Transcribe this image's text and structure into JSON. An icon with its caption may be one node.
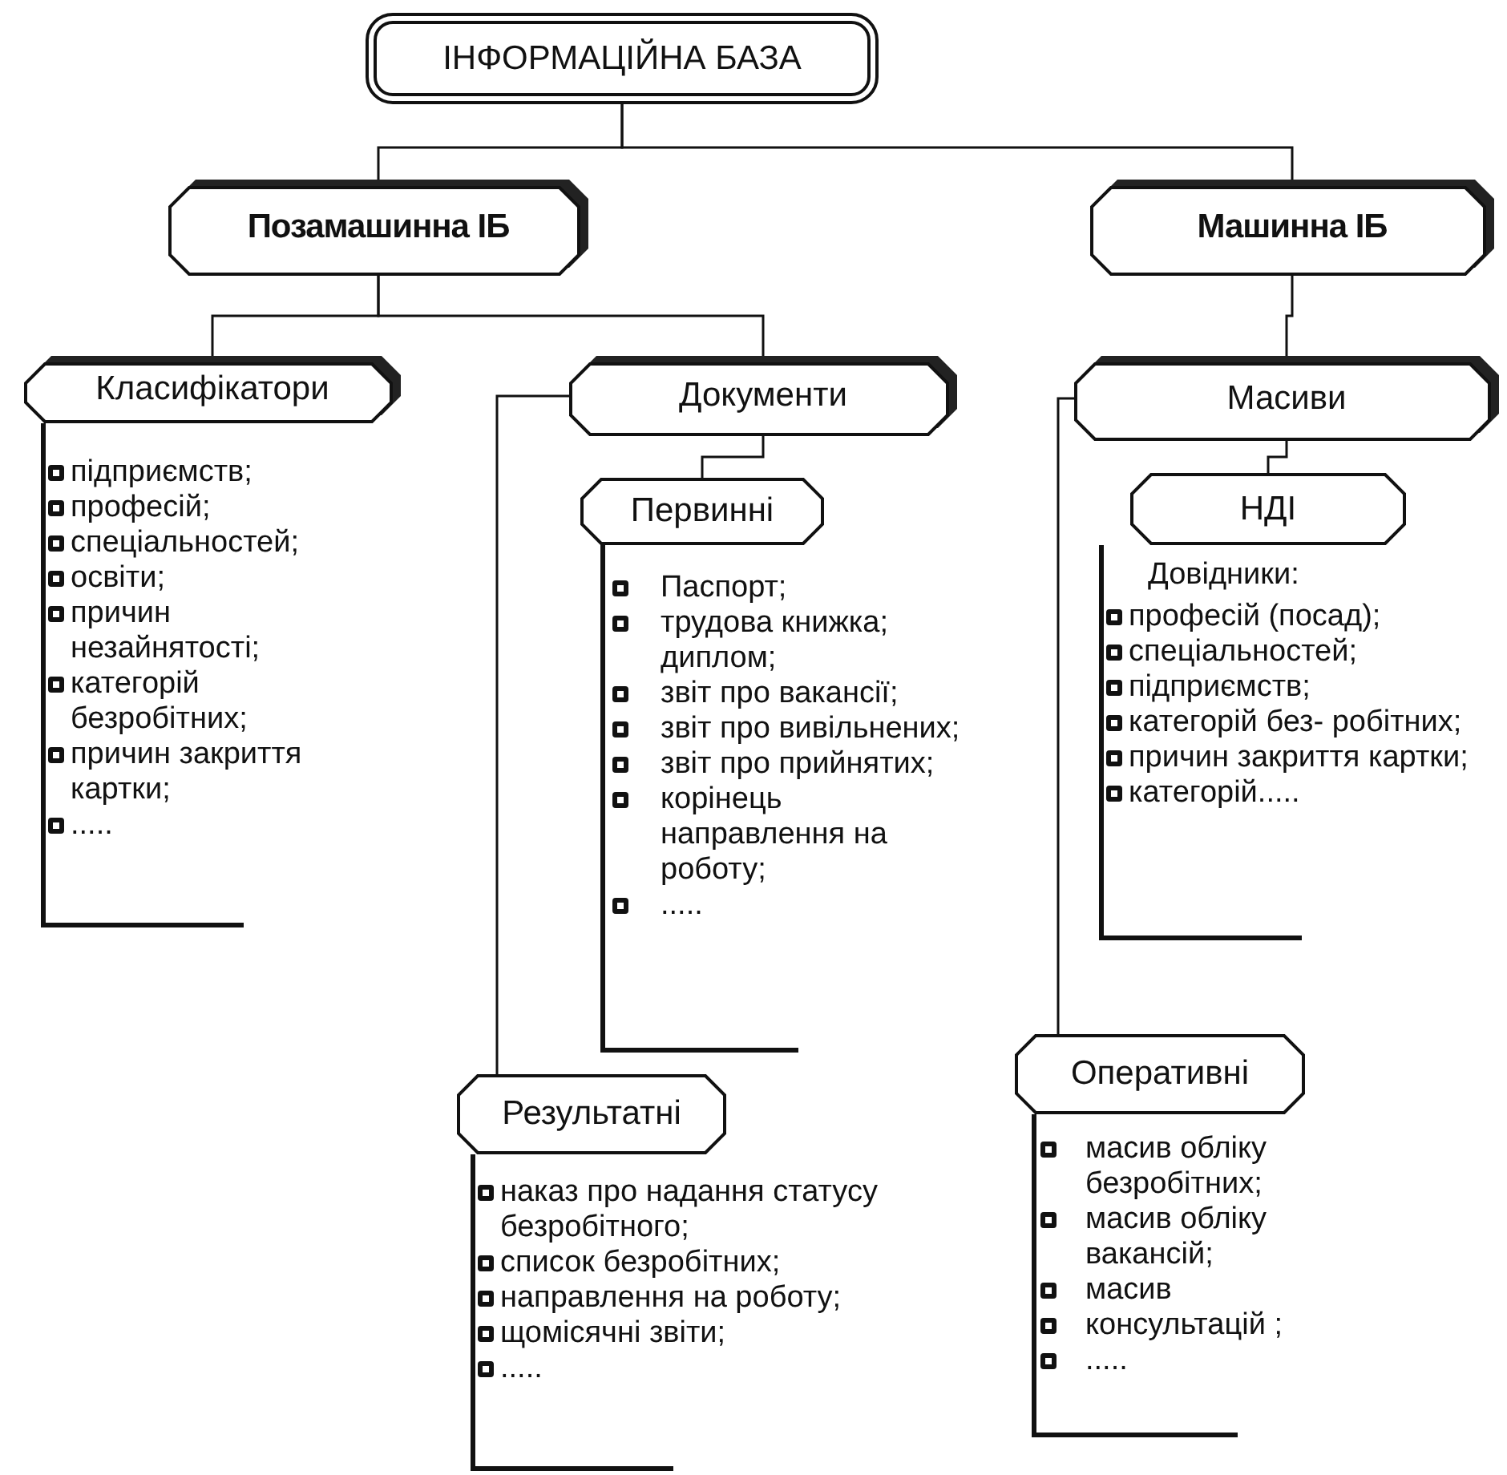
{
  "diagram": {
    "nodes": [
      {
        "text": [
          "ІНФОРМАЦІЙНА БАЗА"
        ]
      },
      {
        "text": [
          "Позамашинна ІБ"
        ]
      },
      {
        "text": [
          "Машинна ІБ"
        ]
      },
      {
        "text": [
          "Класифікатори"
        ],
        "beside": [
          "підприємств;",
          "професій;",
          "спеціальностей;",
          "освіти;",
          "причин незайнятості;",
          "категорій безробітних;",
          "причин закриття картки;",
          "....."
        ]
      },
      {
        "text": [
          "Документи"
        ]
      },
      {
        "text": [
          "Первинні"
        ],
        "beside": [
          "Паспорт;",
          "трудова книжка; диплом;",
          "звіт про вакансії;",
          "звіт про вивільнених;",
          "звіт про прийнятих;",
          "корінець направлення на роботу;",
          "....."
        ]
      },
      {
        "text": [
          "Результатні"
        ],
        "beside": [
          "наказ про надання статусу безробітного;",
          "список безробітних;",
          "направлення на роботу;",
          "щомісячні звіти;",
          "....."
        ]
      },
      {
        "text": [
          "Масиви"
        ]
      },
      {
        "text": [
          "НДІ"
        ],
        "beside": [
          "професій (посад);",
          "спеціальностей;",
          "підприємств;",
          "категорій без- робітних;",
          "причин закриття картки;",
          "категорій....."
        ]
      },
      {
        "text": [
          "Оперативні"
        ],
        "beside": [
          "масив обліку безробітних;",
          "масив обліку вакансій;",
          "масив",
          "консультацій ;",
          "....."
        ]
      }
    ],
    "edges": [
      {
        "from": 0,
        "to": 1,
        "arrow": "none"
      },
      {
        "from": 0,
        "to": 2,
        "arrow": "none"
      },
      {
        "from": 1,
        "to": 3,
        "arrow": "none"
      },
      {
        "from": 1,
        "to": 4,
        "arrow": "none"
      },
      {
        "from": 4,
        "to": 5,
        "arrow": "none"
      },
      {
        "from": 4,
        "to": 6,
        "arrow": "none"
      },
      {
        "from": 2,
        "to": 7,
        "arrow": "none"
      },
      {
        "from": 7,
        "to": 8,
        "arrow": "none"
      },
      {
        "from": 7,
        "to": 9,
        "arrow": "none"
      }
    ],
    "labels": [
      "Довідники:"
    ]
  }
}
